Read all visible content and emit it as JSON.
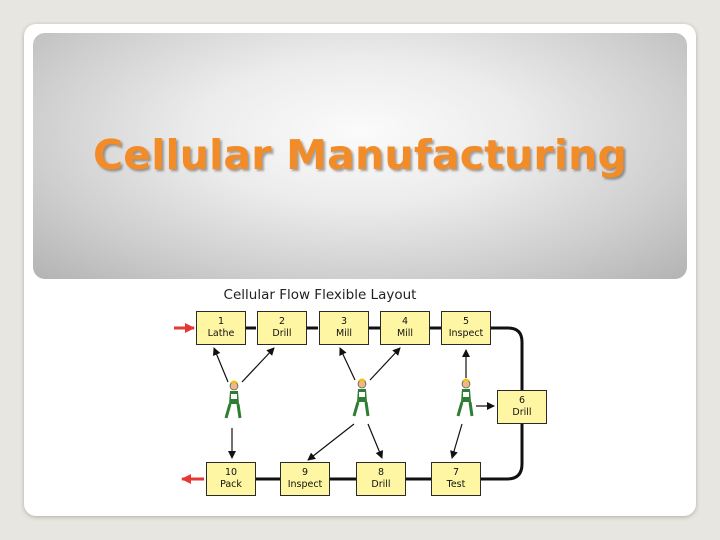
{
  "slide": {
    "title": "Cellular Manufacturing",
    "title_color": "#f28c28"
  },
  "diagram": {
    "title": "Cellular Flow Flexible Layout",
    "box_fill": "#fff6a3",
    "arrow_in_color": "#e53935",
    "stations": [
      {
        "number": "1",
        "label": "Lathe"
      },
      {
        "number": "2",
        "label": "Drill"
      },
      {
        "number": "3",
        "label": "Mill"
      },
      {
        "number": "4",
        "label": "Mill"
      },
      {
        "number": "5",
        "label": "Inspect"
      },
      {
        "number": "6",
        "label": "Drill"
      },
      {
        "number": "7",
        "label": "Test"
      },
      {
        "number": "8",
        "label": "Drill"
      },
      {
        "number": "9",
        "label": "Inspect"
      },
      {
        "number": "10",
        "label": "Pack"
      }
    ],
    "workers": [
      "worker-icon",
      "worker-icon",
      "worker-icon"
    ]
  }
}
